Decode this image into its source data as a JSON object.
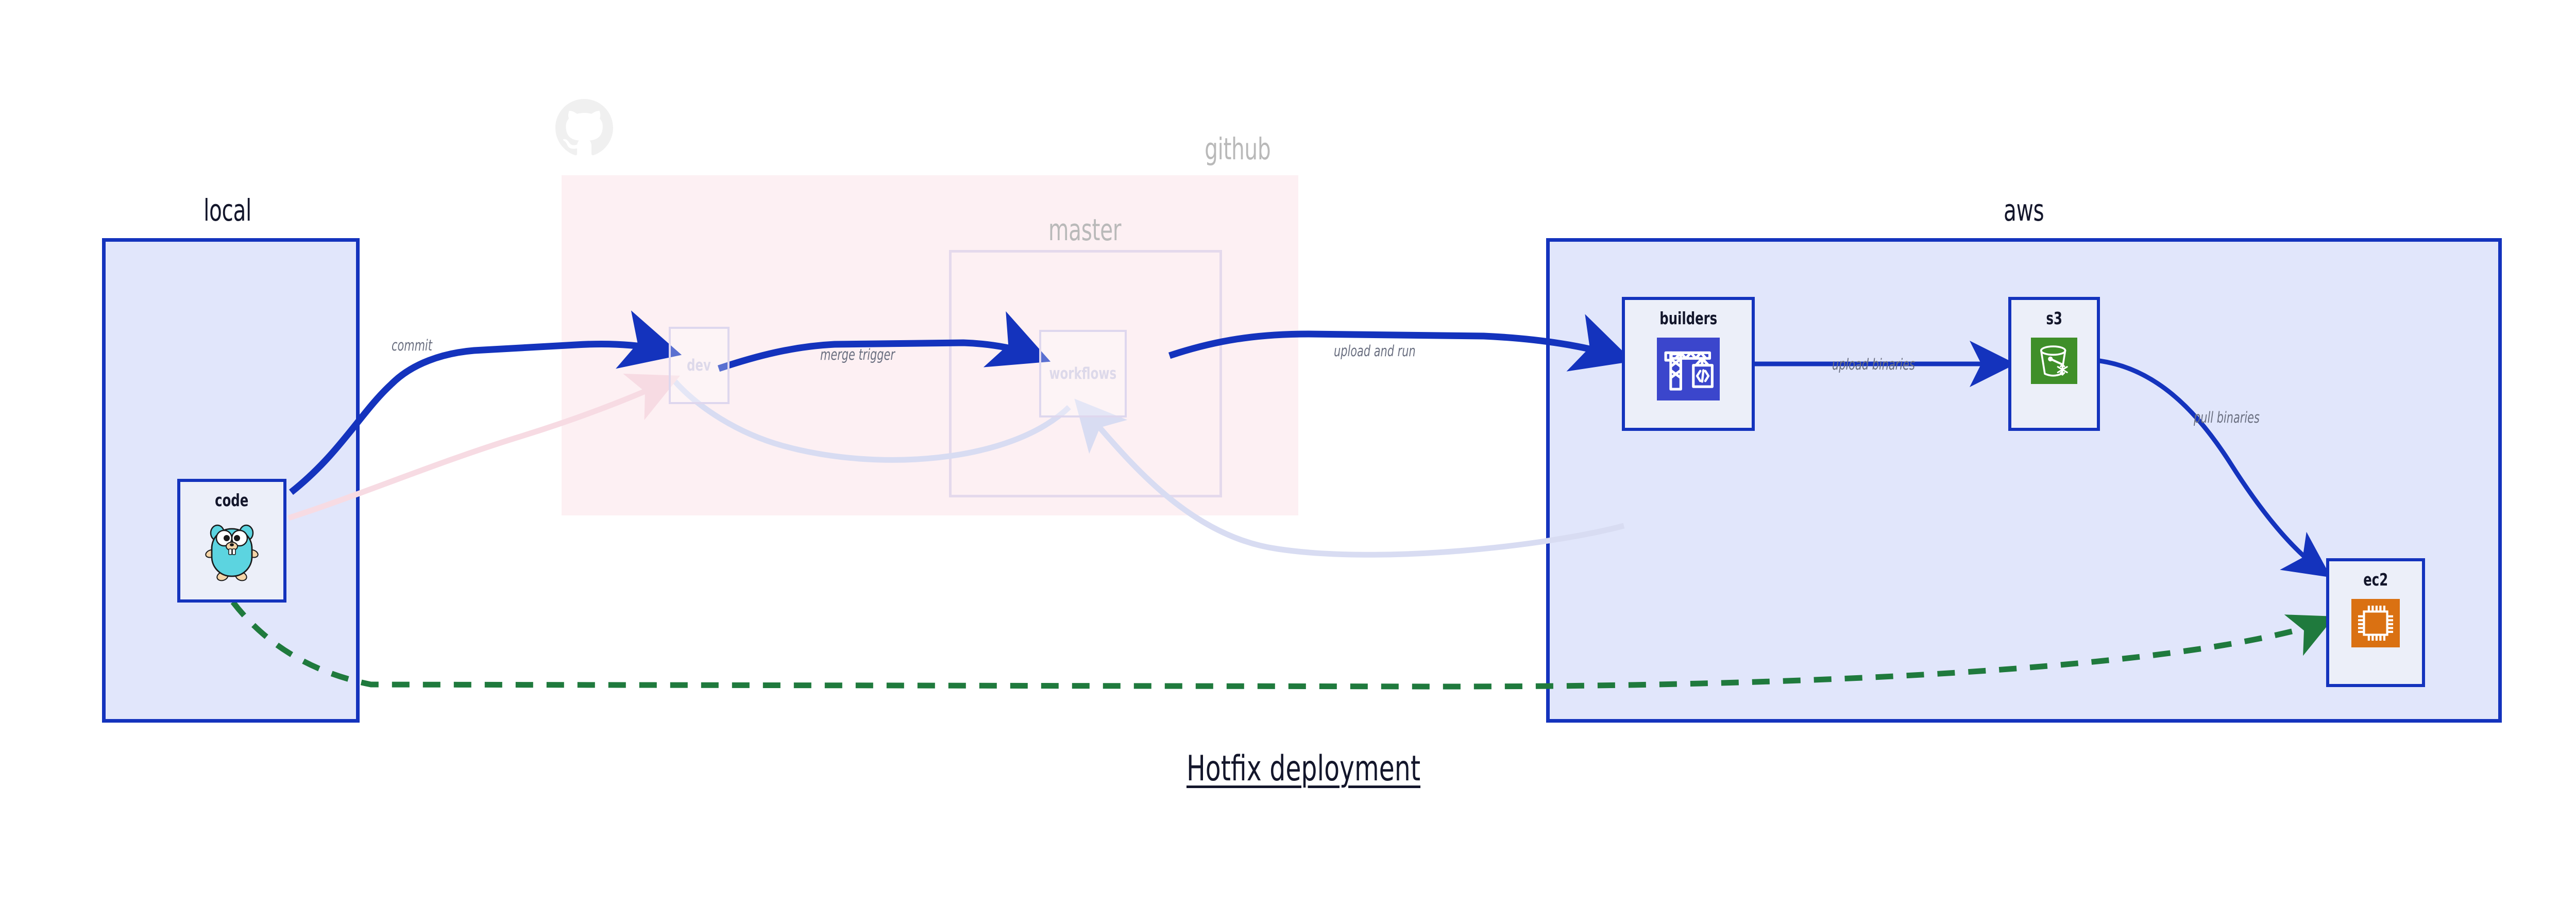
{
  "title": "Hotfix deployment",
  "colors": {
    "group_border": "#1433bd",
    "group_fill": "#e1e6fb",
    "github_fill": "#fbe3e9",
    "node_fill": "#eceff9",
    "arrow_primary": "#1433bd",
    "arrow_dim": "#d8dcf2",
    "arrow_pink": "#f7dbe3",
    "arrow_green": "#1f7a3d",
    "label_text": "#6a6f80",
    "builders_icon": "#3b46cc",
    "s3_icon": "#3f8f29",
    "ec2_icon": "#da7112",
    "gopher_body": "#5cd4e0"
  },
  "groups": [
    {
      "id": "local",
      "label": "local",
      "dim": false
    },
    {
      "id": "github",
      "label": "github",
      "dim": true
    },
    {
      "id": "master",
      "label": "master",
      "dim": true
    },
    {
      "id": "aws",
      "label": "aws",
      "dim": false
    }
  ],
  "nodes": [
    {
      "id": "code",
      "label": "code",
      "icon": "gopher-icon",
      "dim": false
    },
    {
      "id": "dev",
      "label": "dev",
      "icon": "none",
      "dim": true
    },
    {
      "id": "workflows",
      "label": "workflows",
      "icon": "none",
      "dim": true
    },
    {
      "id": "builders",
      "label": "builders",
      "icon": "crane-icon",
      "dim": false
    },
    {
      "id": "s3",
      "label": "s3",
      "icon": "bucket-icon",
      "dim": false
    },
    {
      "id": "ec2",
      "label": "ec2",
      "icon": "cpu-chip-icon",
      "dim": false
    }
  ],
  "edges": [
    {
      "id": "commit",
      "label": "commit",
      "from": "code",
      "to": "dev",
      "style": "solid",
      "dim": false
    },
    {
      "id": "merge-trigger",
      "label": "merge trigger",
      "from": "dev",
      "to": "workflows",
      "style": "solid",
      "dim": false
    },
    {
      "id": "upload-and-run",
      "label": "upload and run",
      "from": "workflows",
      "to": "builders",
      "style": "solid",
      "dim": false
    },
    {
      "id": "upload-binaries",
      "label": "upload binaries",
      "from": "builders",
      "to": "s3",
      "style": "solid",
      "dim": false
    },
    {
      "id": "pull-binaries",
      "label": "pull binaries",
      "from": "s3",
      "to": "ec2",
      "style": "solid",
      "dim": false
    },
    {
      "id": "hotfix-direct",
      "label": "",
      "from": "code",
      "to": "ec2",
      "style": "dashed",
      "dim": false
    }
  ],
  "watermark": {
    "icon": "github-octocat-icon"
  }
}
